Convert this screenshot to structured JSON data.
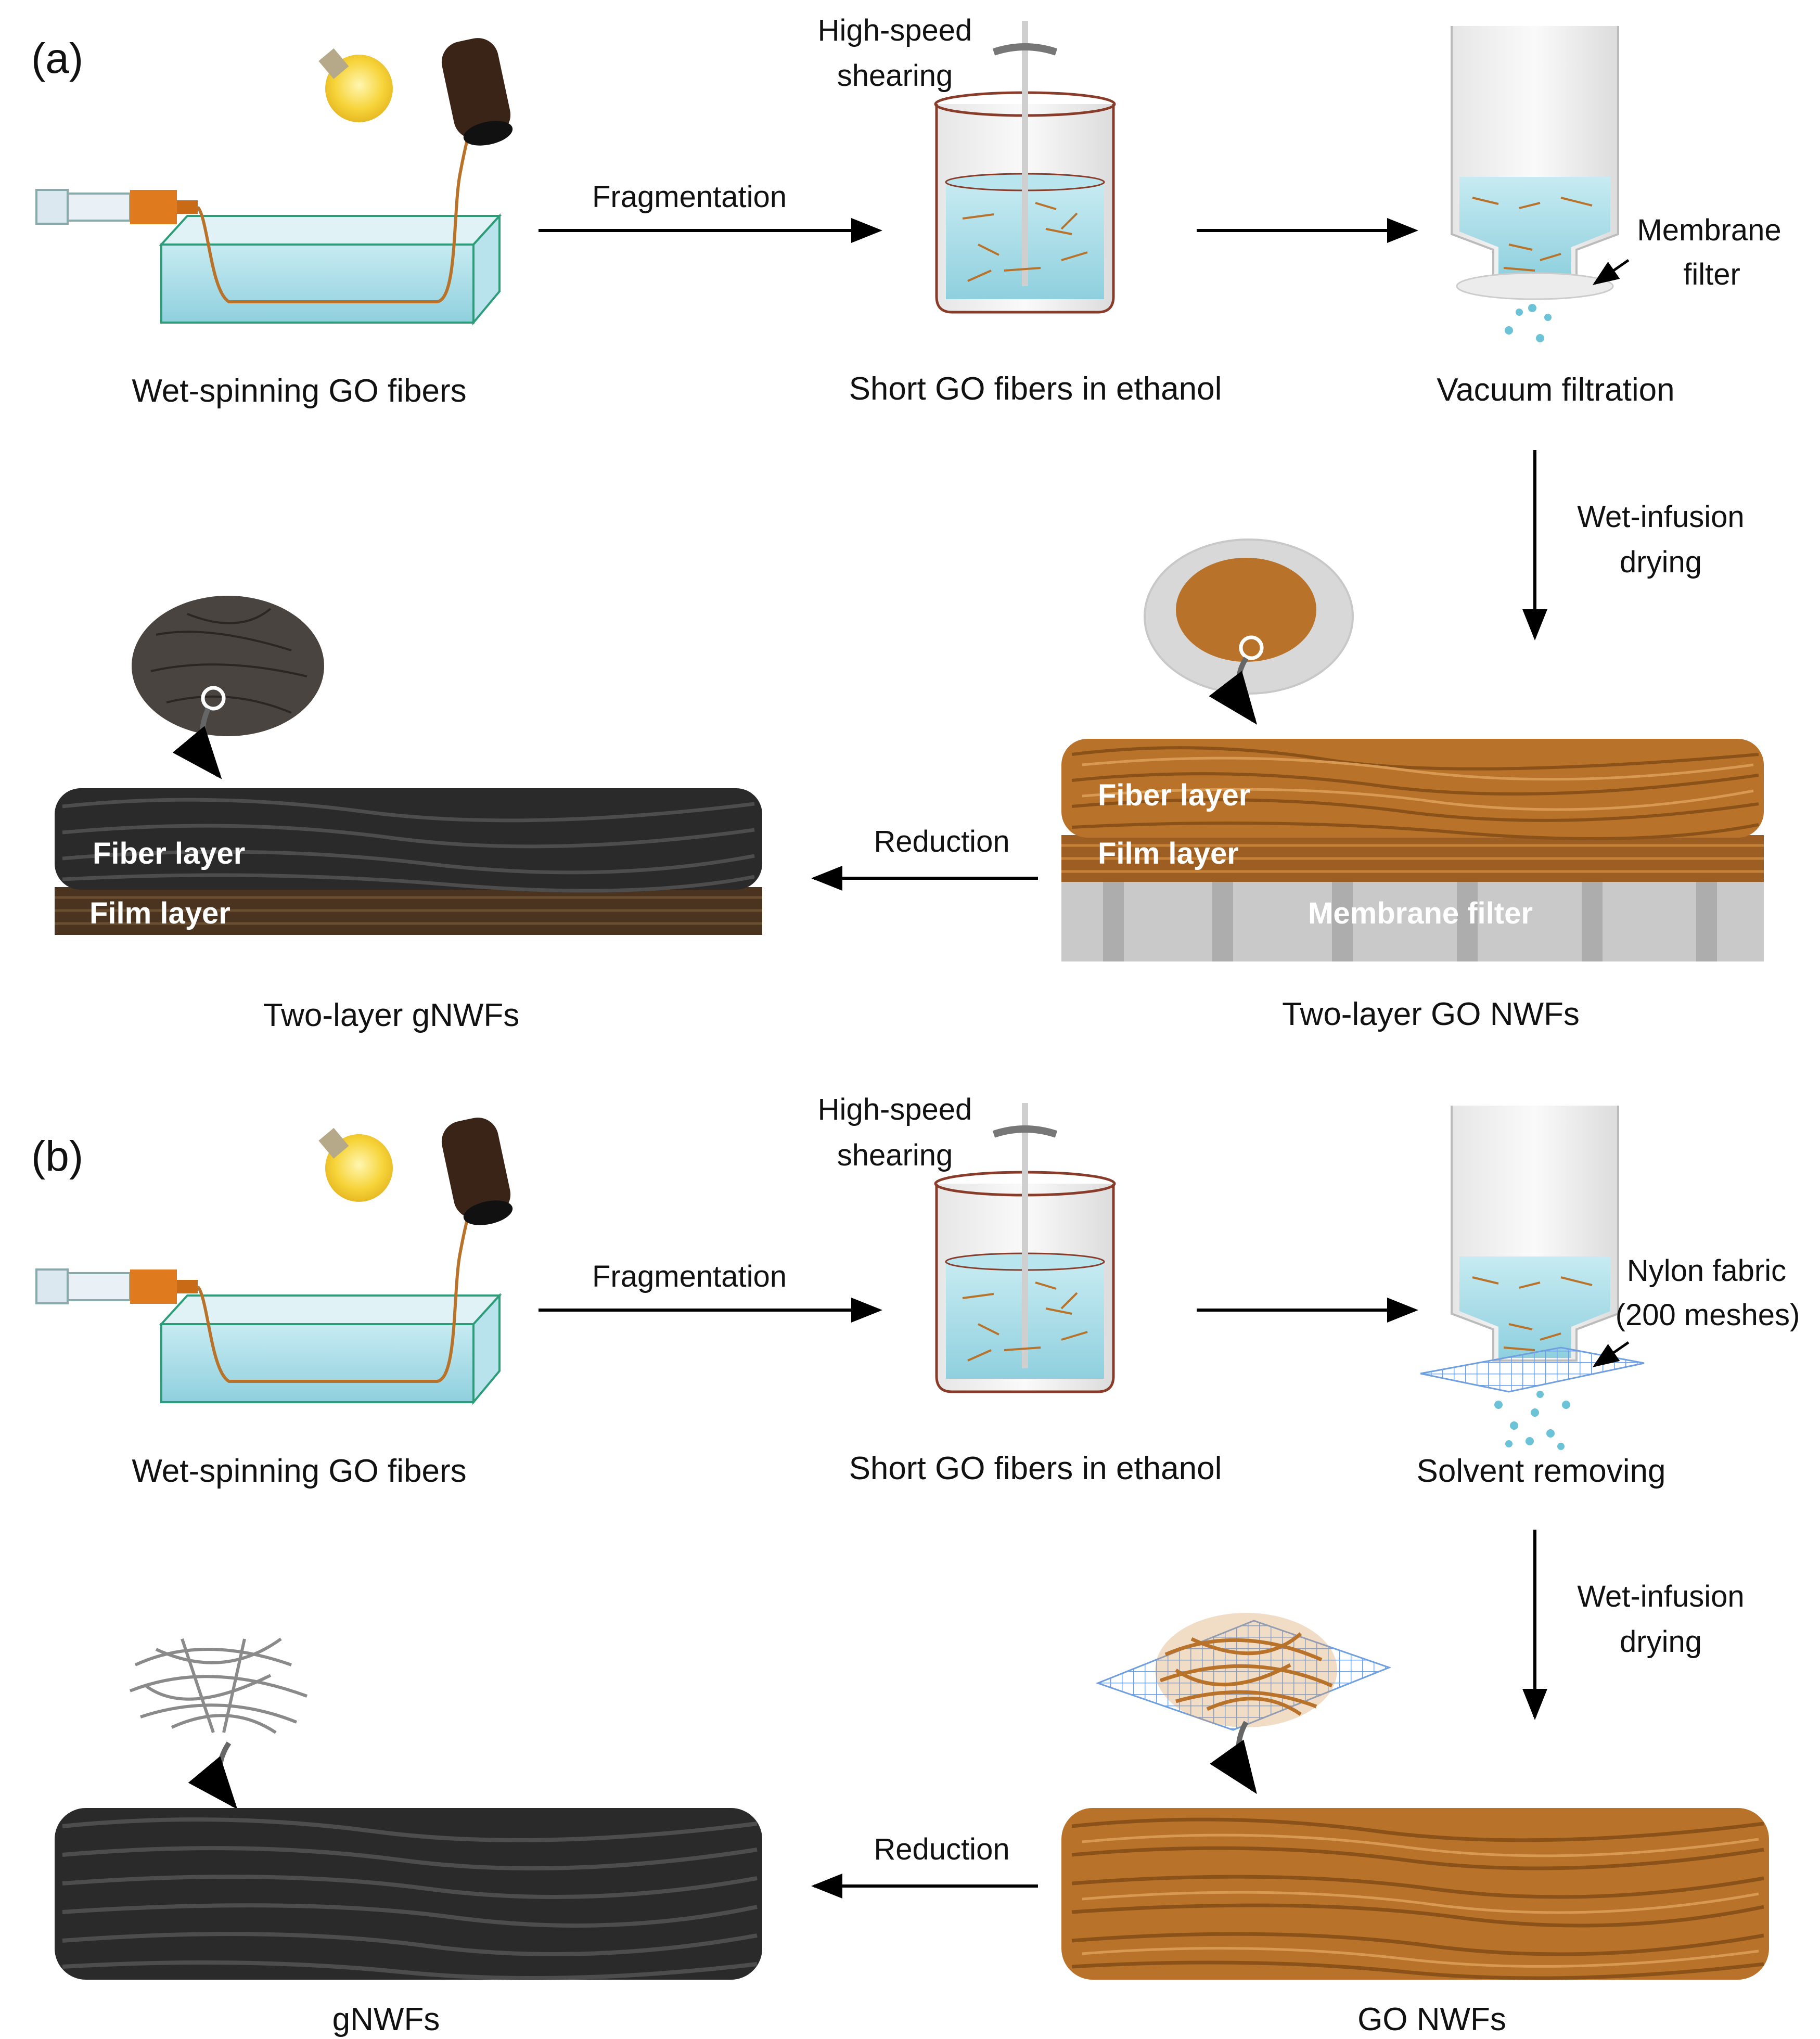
{
  "panel_a": {
    "tag": "(a)",
    "step1_caption": "Wet-spinning GO fibers",
    "arrow1_label": "Fragmentation",
    "shearing_line1": "High-speed",
    "shearing_line2": "shearing",
    "step2_caption": "Short GO fibers in ethanol",
    "filter_label_line1": "Membrane",
    "filter_label_line2": "filter",
    "step3_caption": "Vacuum filtration",
    "down_arrow_line1": "Wet-infusion",
    "down_arrow_line2": "drying",
    "go_fiber_layer": "Fiber layer",
    "go_film_layer": "Film layer",
    "go_membrane": "Membrane filter",
    "step4_caption": "Two-layer GO NWFs",
    "reduction_label": "Reduction",
    "g_fiber_layer": "Fiber layer",
    "g_film_layer": "Film layer",
    "step5_caption": "Two-layer gNWFs"
  },
  "panel_b": {
    "tag": "(b)",
    "step1_caption": "Wet-spinning GO fibers",
    "arrow1_label": "Fragmentation",
    "shearing_line1": "High-speed",
    "shearing_line2": "shearing",
    "step2_caption": "Short GO fibers in ethanol",
    "fabric_label_line1": "Nylon fabric",
    "fabric_label_line2": "(200 meshes)",
    "step3_caption": "Solvent removing",
    "down_arrow_line1": "Wet-infusion",
    "down_arrow_line2": "drying",
    "step4_caption": "GO NWFs",
    "reduction_label": "Reduction",
    "step5_caption": "gNWFs"
  },
  "colors": {
    "go_brown": "#b8722a",
    "graphene_black": "#2a2a2a",
    "water_blue": "#a9dde8",
    "membrane_gray": "#c9c9c9",
    "bulb_yellow": "#f7d43a",
    "mesh_blue": "#6f9fe0"
  }
}
